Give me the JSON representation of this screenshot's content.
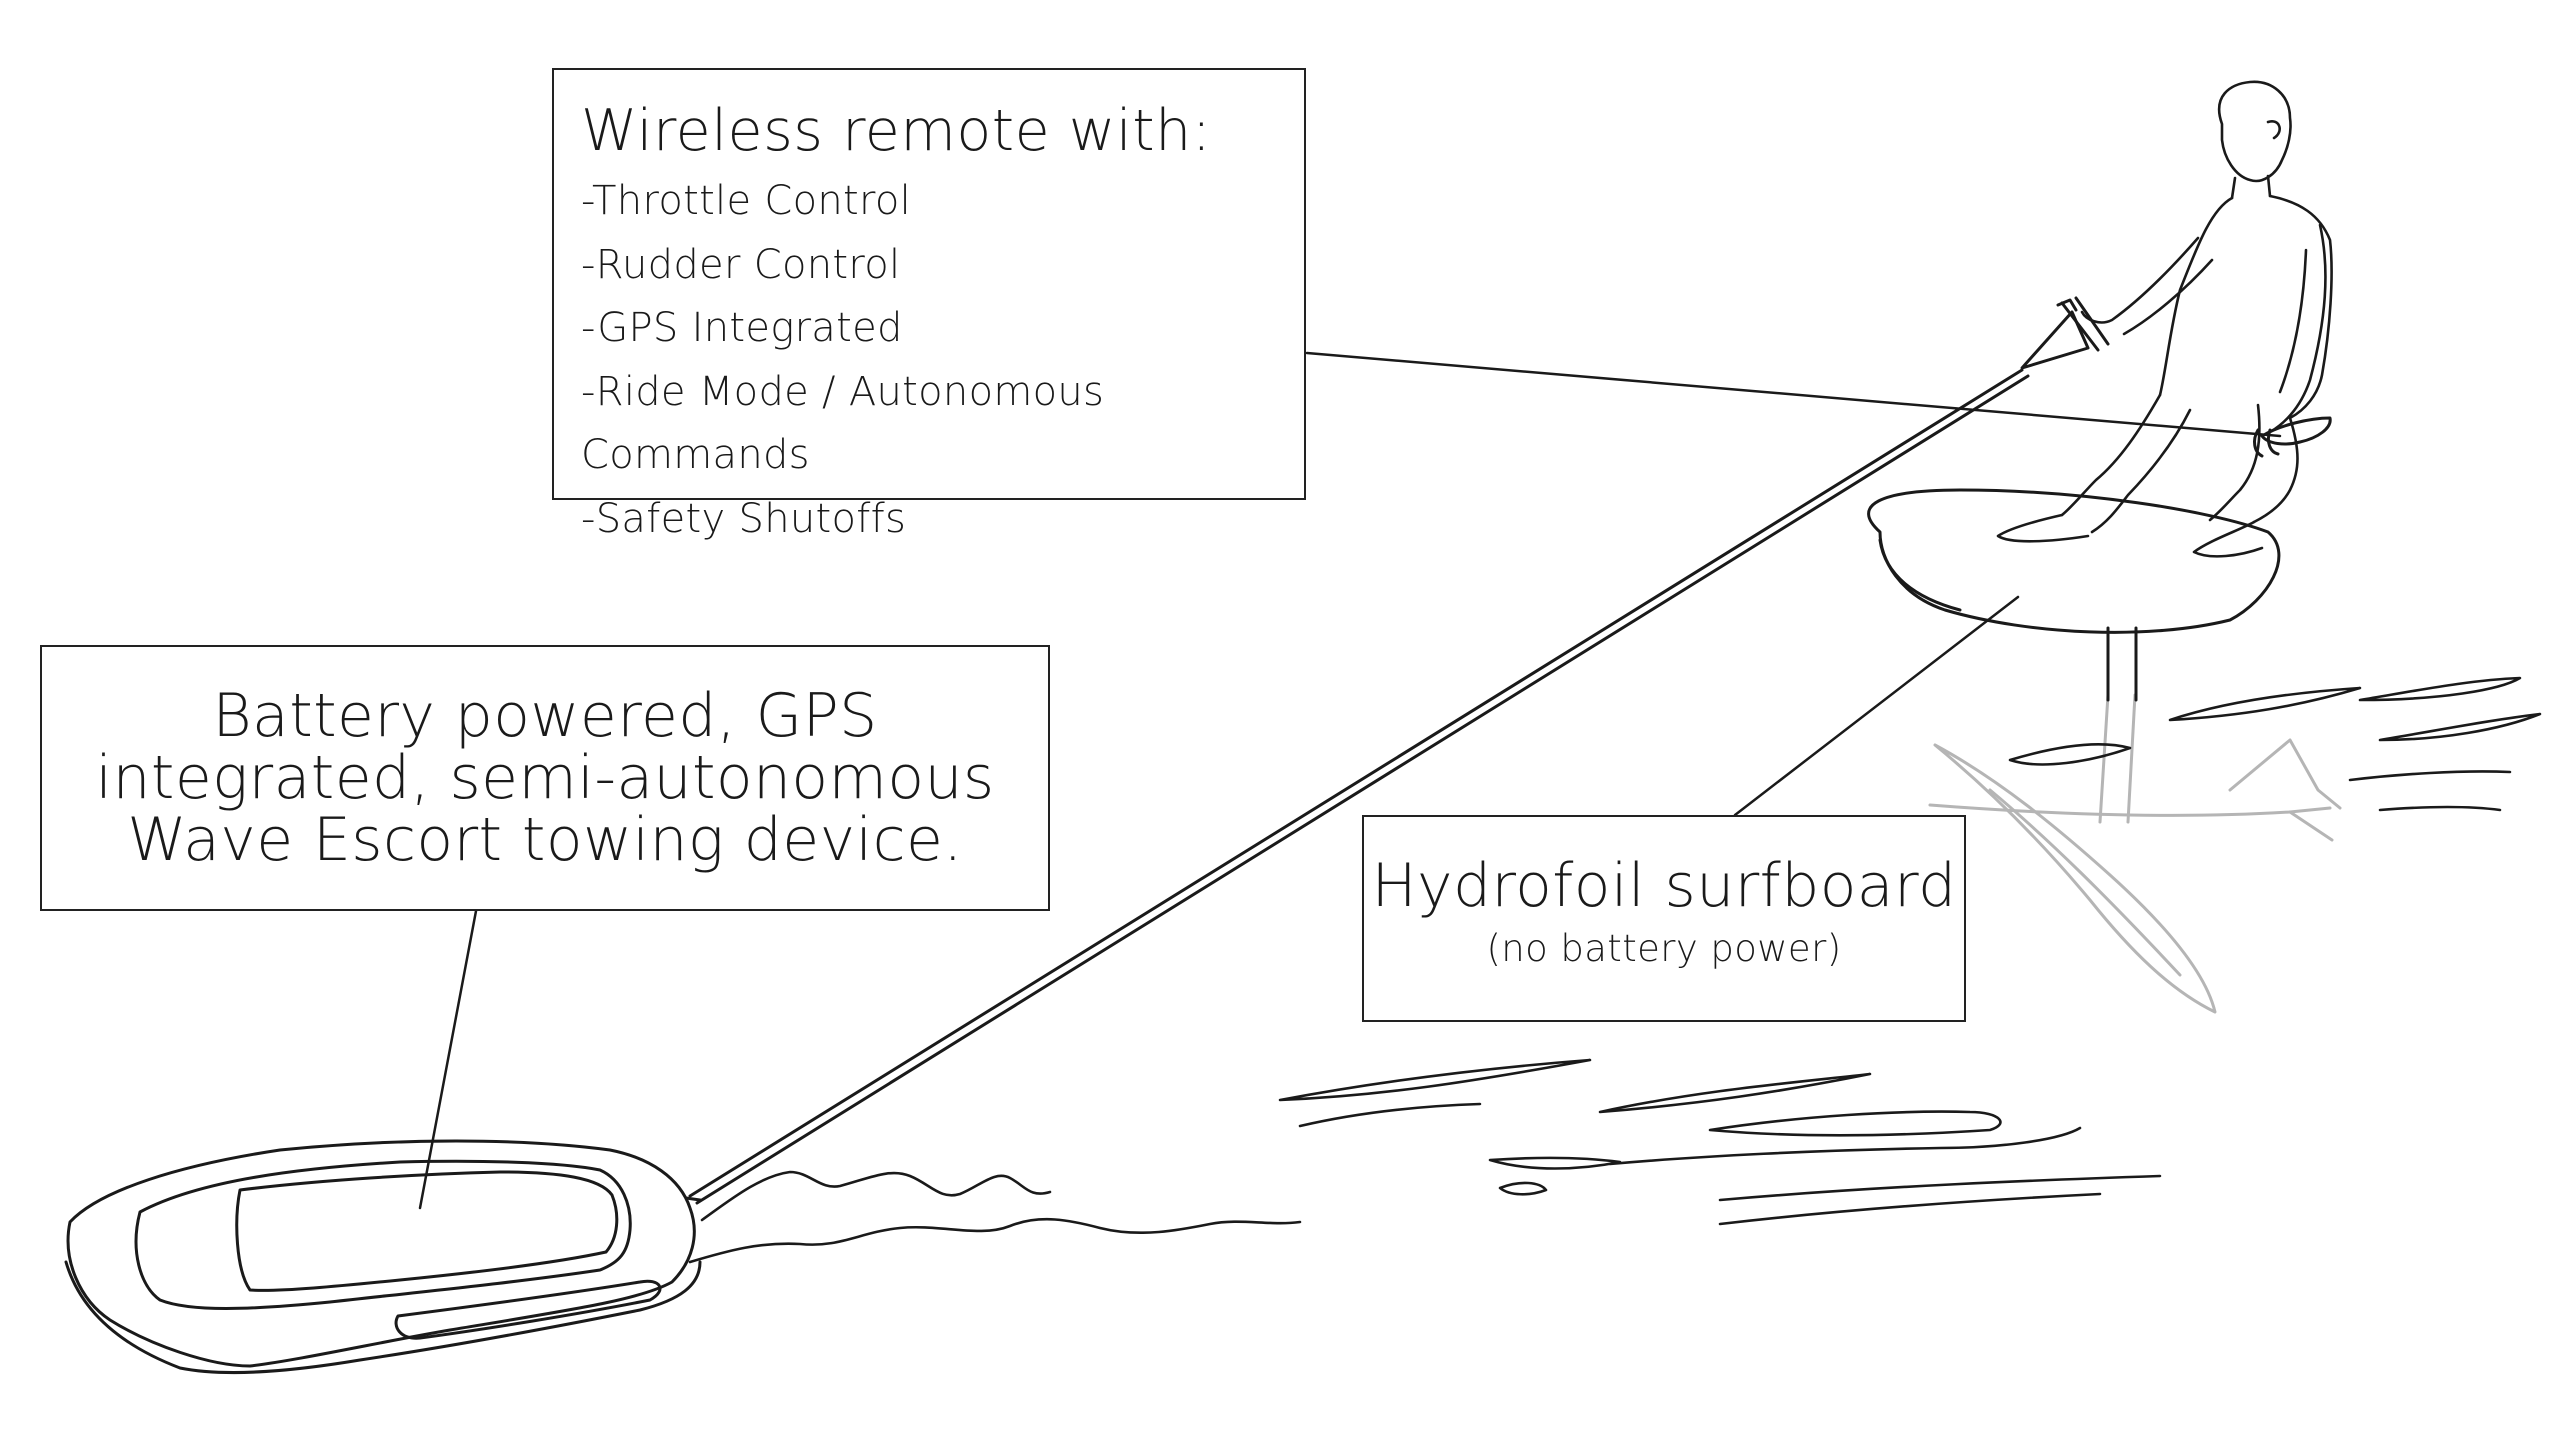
{
  "remote_callout": {
    "title": "Wireless remote with:",
    "features": [
      "-Throttle Control",
      "-Rudder Control",
      "-GPS Integrated",
      "-Ride Mode / Autonomous Commands",
      "-Safety Shutoffs"
    ]
  },
  "battery_callout": {
    "text": "Battery powered, GPS integrated, semi-autonomous Wave Escort towing device."
  },
  "hydrofoil_callout": {
    "title": "Hydrofoil surfboard",
    "subtitle": "(no battery power)"
  },
  "colors": {
    "line": "#1a1a1a",
    "underwater_line": "#b5b5b5",
    "background": "#ffffff"
  }
}
